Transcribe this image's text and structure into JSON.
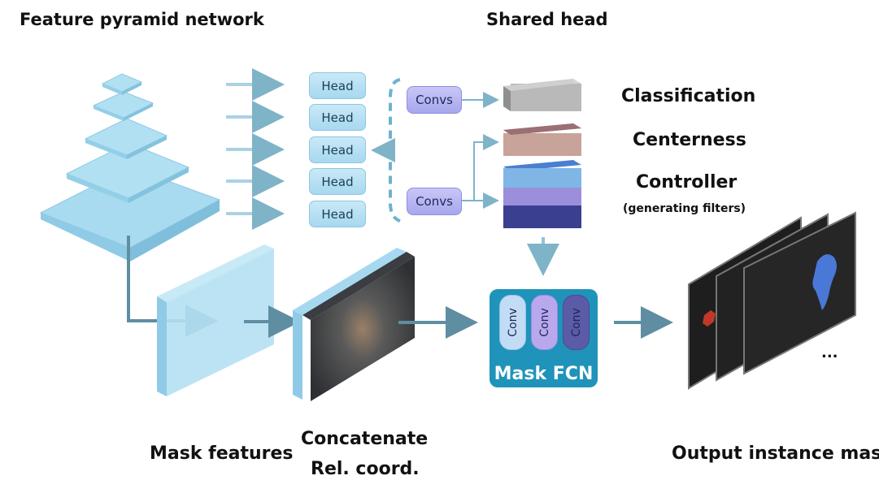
{
  "titles": {
    "fpn": "Feature pyramid network",
    "shared_head": "Shared head"
  },
  "heads": [
    "Head",
    "Head",
    "Head",
    "Head",
    "Head"
  ],
  "convs": [
    "Convs",
    "Convs"
  ],
  "outputs": {
    "classification": "Classification",
    "centerness": "Centerness",
    "controller": "Controller",
    "controller_sub": "(generating filters)"
  },
  "mask_fcn": {
    "label": "Mask FCN",
    "layers": [
      "Conv",
      "Conv",
      "Conv"
    ]
  },
  "labels": {
    "mask_features": "Mask features",
    "concatenate": "Concatenate",
    "rel_coord": "Rel. coord.",
    "output_masks": "Output instance masks",
    "ellipsis": "..."
  },
  "colors": {
    "fpn_layer": "#a9dbf0",
    "head": "#b6e0f4",
    "convs": "#b3b1f1",
    "arrow": "#7fb3c8",
    "mask_fcn": "#1f93b9",
    "classification_box": "#b9b9b9",
    "centerness_box": "#c8a39a",
    "controller_top": "#5b8fd8",
    "controller_bottom": "#3b3f8f"
  }
}
